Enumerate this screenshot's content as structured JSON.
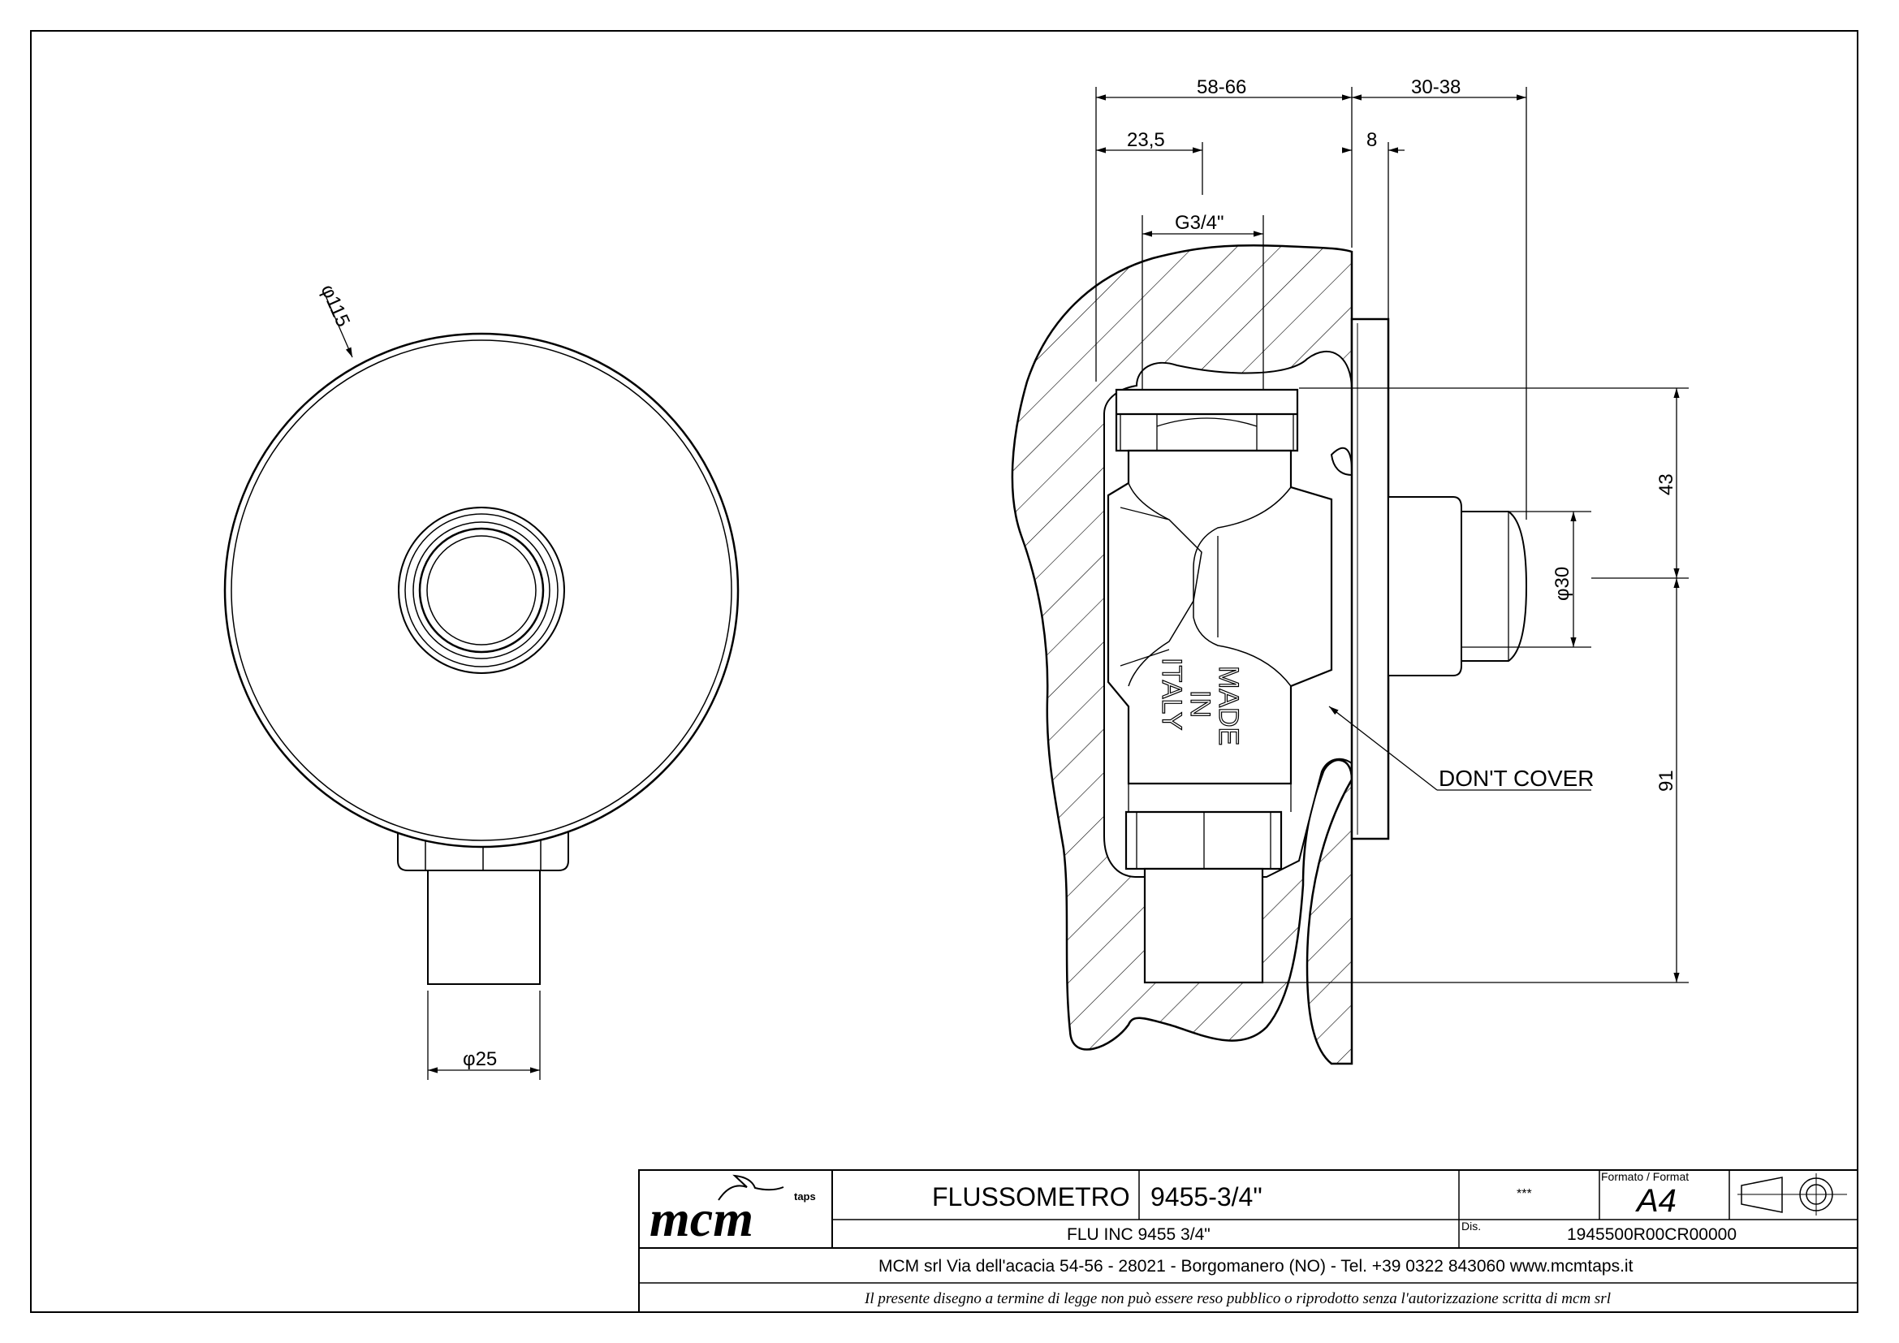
{
  "dimensions": {
    "left_ring_diameter": "φ115",
    "left_pipe_diameter": "φ25",
    "depth_total": "58-66",
    "depth_cover": "30-38",
    "offset_thread": "23,5",
    "plate_thickness": "8",
    "thread": "G3/4\"",
    "button_diameter": "φ30",
    "height_upper": "43",
    "height_lower": "91"
  },
  "annotations": {
    "warning": "DON'T COVER",
    "stamp_line1": "MADE",
    "stamp_line2": "IN",
    "stamp_line3": "ITALY"
  },
  "title_block": {
    "logo_main": "mcm",
    "logo_small": "taps",
    "product_name": "FLUSSOMETRO",
    "product_code": "9455-3/4\"",
    "revision": "***",
    "format_label": "Formato / Format",
    "format_value": "A4",
    "description": "FLU INC 9455 3/4\"",
    "dis_label": "Dis.",
    "drawing_number": "1945500R00CR00000",
    "company_line": "MCM srl Via dell'acacia 54-56 - 28021 - Borgomanero (NO) - Tel. +39 0322 843060 www.mcmtaps.it",
    "legal_notice": "Il presente disegno a termine di legge non può essere reso pubblico o riprodotto senza l'autorizzazione scritta di mcm srl"
  }
}
